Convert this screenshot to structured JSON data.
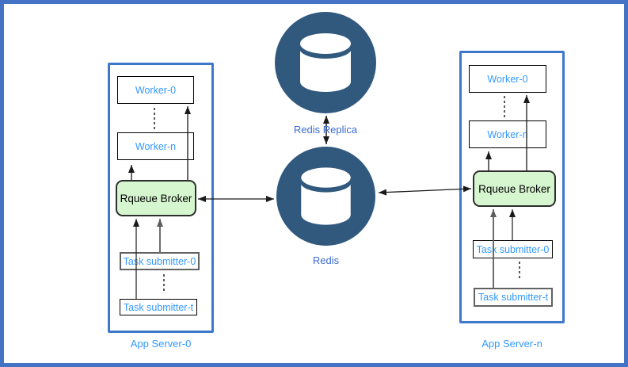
{
  "app_servers": {
    "left": {
      "label": "App Server-0",
      "workers": [
        "Worker-0",
        "Worker-n"
      ],
      "broker": "Rqueue Broker",
      "task_submitters": [
        "Task submitter-0",
        "Task submitter-t"
      ]
    },
    "right": {
      "label": "App Server-n",
      "workers": [
        "Worker-0",
        "Worker-n"
      ],
      "broker": "Rqueue Broker",
      "task_submitters": [
        "Task submitter-0",
        "Task submitter-t"
      ]
    }
  },
  "redis": {
    "replica_label": "Redis Replica",
    "primary_label": "Redis"
  },
  "colors": {
    "frame": "#4472C4",
    "server-border": "#3E78CB",
    "node-text": "#3399FF",
    "redis-text": "#3B6BD0",
    "circle-fill": "#31597E",
    "broker-fill": "#D6F6D0",
    "broker-border": "#2E2E2E",
    "gray-border": "#616161",
    "wire": "#1A1A1A",
    "wire-gray": "#5C5C5C"
  }
}
